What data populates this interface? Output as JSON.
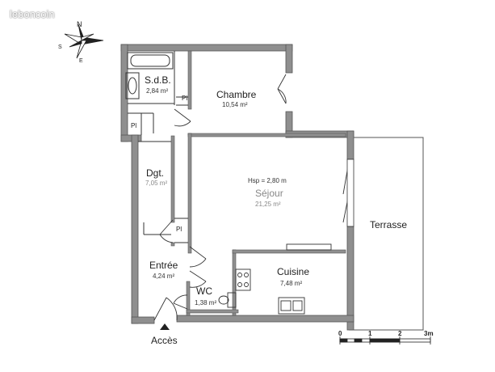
{
  "watermark": "leboncoin",
  "compass": {
    "north": "N",
    "south": "S",
    "east": "E"
  },
  "rooms": {
    "sdb": {
      "name": "S.d.B.",
      "area": "2,84 m²"
    },
    "chambre": {
      "name": "Chambre",
      "area": "10,54 m²"
    },
    "dgt": {
      "name": "Dgt.",
      "area": "7,05 m²"
    },
    "sejour": {
      "name": "Séjour",
      "area": "21,25 m²",
      "hsp": "Hsp = 2,80 m"
    },
    "terrasse": {
      "name": "Terrasse"
    },
    "entree": {
      "name": "Entrée",
      "area": "4,24 m²"
    },
    "cuisine": {
      "name": "Cuisine",
      "area": "7,48 m²"
    },
    "wc": {
      "name": "WC",
      "area": "1,38 m²"
    }
  },
  "closets": {
    "pl1": "Pl",
    "pl2": "Pl",
    "pl3": "Pl"
  },
  "entrance_label": "Accès",
  "scale": {
    "t0": "0",
    "t1": "1",
    "t2": "2",
    "t3": "3m"
  },
  "colors": {
    "wall": "#8f8f8f",
    "wall_outline": "#555555",
    "line": "#333333"
  }
}
